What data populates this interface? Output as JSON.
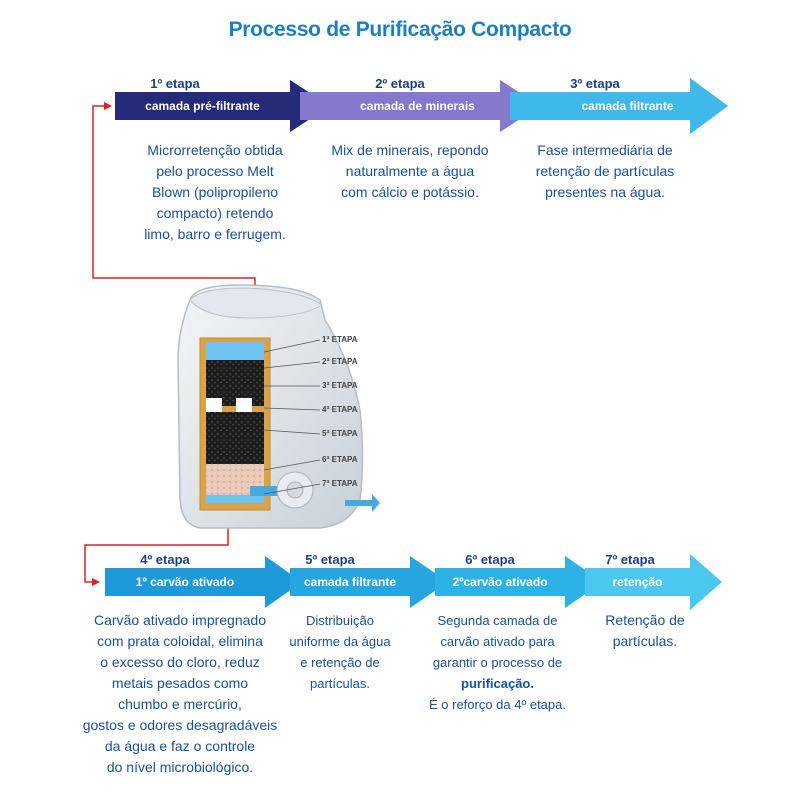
{
  "title": "Processo de Purificação Compacto",
  "stages": [
    {
      "head": "1º etapa",
      "arrow": "camada pré-filtrante",
      "desc_lines": [
        "Microrretenção obtida",
        "pelo processo Melt",
        "Blown (polipropileno",
        "compacto) retendo",
        "limo, barro e ferrugem."
      ]
    },
    {
      "head": "2º etapa",
      "arrow": "camada de minerais",
      "desc_lines": [
        "Mix de minerais, repondo",
        "naturalmente a água",
        "com cálcio e potássio."
      ]
    },
    {
      "head": "3º etapa",
      "arrow": "camada filtrante",
      "desc_lines": [
        "Fase intermediária de",
        "retenção de partículas",
        "presentes na água."
      ]
    },
    {
      "head": "4º etapa",
      "arrow": "1º carvão ativado",
      "desc_lines": [
        "Carvão ativado impregnado",
        "com prata coloidal, elimina",
        "o excesso do cloro, reduz",
        "metais pesados como",
        "chumbo e mercúrio,",
        "gostos e odores desagradáveis",
        "da água e faz o controle",
        "do nível microbiológico."
      ]
    },
    {
      "head": "5º etapa",
      "arrow": "camada filtrante",
      "desc_lines": [
        "Distribuição",
        "uniforme da água",
        "e retenção de",
        "partículas."
      ]
    },
    {
      "head": "6º etapa",
      "arrow": "2ºcarvão ativado",
      "desc_lines": [
        "Segunda camada de",
        "carvão ativado para",
        "garantir o processo de",
        "purificação.",
        "É o reforço da 4º etapa."
      ]
    },
    {
      "head": "7º etapa",
      "arrow": "retenção",
      "desc_lines": [
        "Retenção de",
        "partículas."
      ]
    }
  ],
  "filter_labels": [
    "1ª ETAPA",
    "2ª ETAPA",
    "3ª ETAPA",
    "4ª ETAPA",
    "5ª ETAPA",
    "6ª ETAPA",
    "7ª ETAPA"
  ],
  "colors": {
    "title": "#1e7fc0",
    "arrow_top_start": "#22276e",
    "arrow_top_mid": "#5a5fb8",
    "arrow_top_end": "#4fd0f0",
    "arrow_bottom": "#2aa6e0",
    "connector": "#e02020",
    "desc_text": "#1a4f9c"
  }
}
